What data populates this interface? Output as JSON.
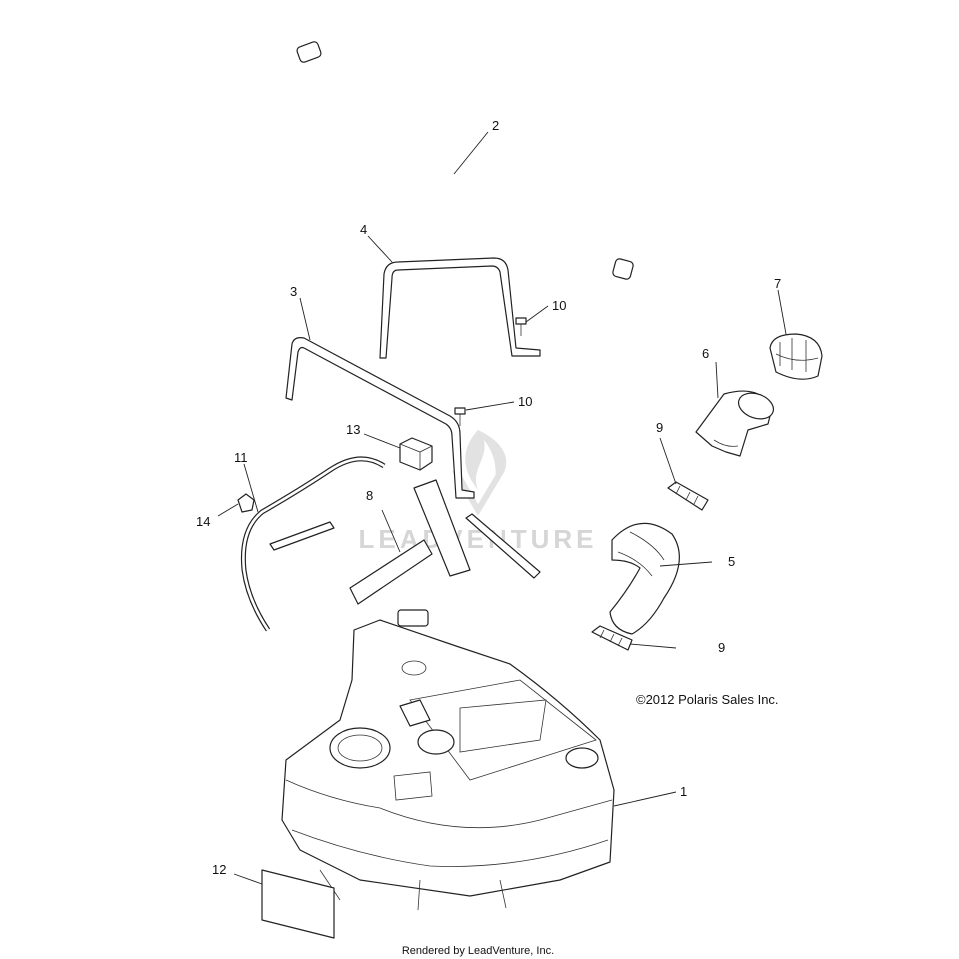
{
  "callouts": {
    "c1": "1",
    "c2": "2",
    "c3": "3",
    "c4": "4",
    "c5": "5",
    "c6": "6",
    "c7": "7",
    "c8": "8",
    "c9a": "9",
    "c9b": "9",
    "c10a": "10",
    "c10b": "10",
    "c11": "11",
    "c12": "12",
    "c13": "13",
    "c14": "14"
  },
  "copyright": "©2012 Polaris Sales Inc.",
  "watermark": "LEADVENTURE",
  "footer": "Rendered by LeadVenture, Inc.",
  "colors": {
    "line": "#222222",
    "watermark": "#d6d6d6",
    "background": "#ffffff"
  }
}
